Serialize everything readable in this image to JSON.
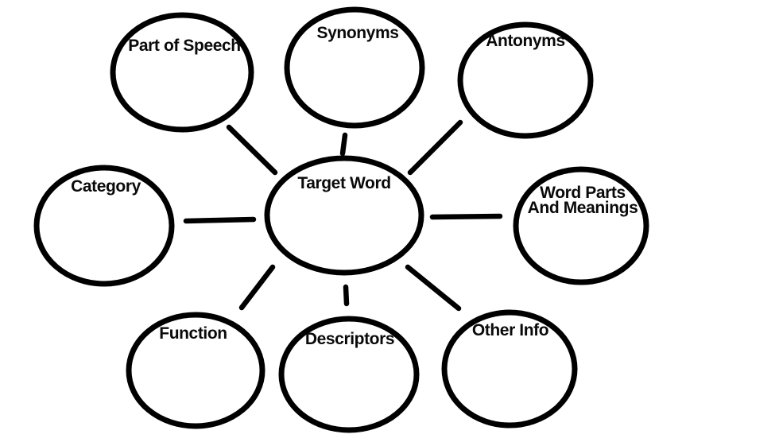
{
  "colors": {
    "ink": "#000000",
    "paper": "#ffffff",
    "text": "#0a0a0a"
  },
  "diagram": {
    "type": "word-map",
    "center": {
      "id": "target_word",
      "label": "Target Word"
    },
    "satellites": {
      "part_of_speech": {
        "label": "Part of Speech"
      },
      "synonyms": {
        "label": "Synonyms"
      },
      "antonyms": {
        "label": "Antonyms"
      },
      "category": {
        "label": "Category"
      },
      "word_parts": {
        "label_line_1": "Word Parts",
        "label_line_2": "And Meanings"
      },
      "function": {
        "label": "Function"
      },
      "descriptors": {
        "label": "Descriptors"
      },
      "other_info": {
        "label": "Other Info"
      }
    },
    "connections": [
      {
        "from": "target_word",
        "to": "part_of_speech"
      },
      {
        "from": "target_word",
        "to": "synonyms"
      },
      {
        "from": "target_word",
        "to": "antonyms"
      },
      {
        "from": "target_word",
        "to": "category"
      },
      {
        "from": "target_word",
        "to": "word_parts"
      },
      {
        "from": "target_word",
        "to": "function"
      },
      {
        "from": "target_word",
        "to": "descriptors"
      },
      {
        "from": "target_word",
        "to": "other_info"
      }
    ]
  }
}
